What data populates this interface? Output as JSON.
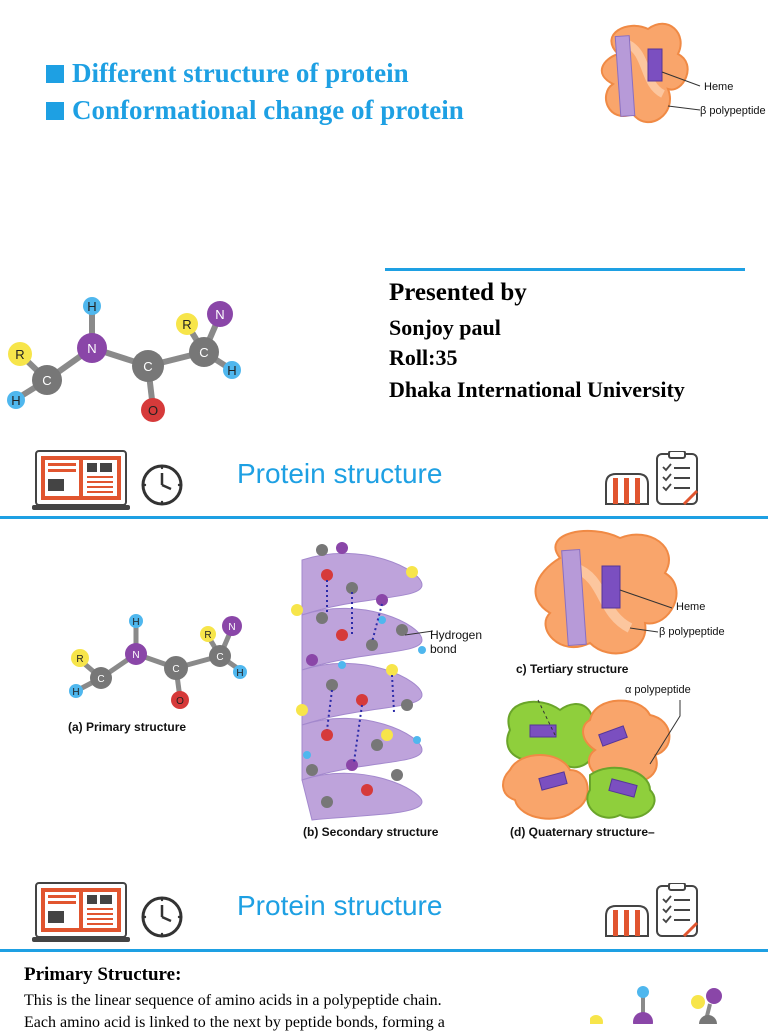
{
  "slide1": {
    "bullets": [
      "Different structure of protein",
      "Conformational change of protein"
    ],
    "thumb_labels": {
      "heme": "Heme",
      "beta": "β polypeptide"
    },
    "presenter": {
      "heading": "Presented by",
      "name": "Sonjoy paul",
      "roll": "Roll:35",
      "university": "Dhaka International University"
    },
    "molecule_atoms": {
      "h": "H",
      "n": "N",
      "r": "R",
      "c": "C",
      "o": "O"
    }
  },
  "banner1": {
    "title": "Protein structure"
  },
  "slide2": {
    "primary_caption": "(a) Primary structure",
    "secondary_caption": "(b) Secondary structure",
    "hydrogen_bond": "Hydrogen\nbond",
    "tertiary_caption": "c) Tertiary structure",
    "heme": "Heme",
    "beta": "β polypeptide",
    "alpha": "α polypeptide",
    "quaternary_caption": "(d) Quaternary structure–"
  },
  "banner2": {
    "title": "Protein structure"
  },
  "slide3": {
    "heading": "Primary Structure:",
    "line1": "This is the linear sequence of amino acids in a polypeptide chain.",
    "line2": "Each amino acid is linked to the next by peptide bonds, forming a"
  },
  "colors": {
    "accent": "#1ea0e3",
    "protein": "#f9a56b",
    "helix": "#b79ad8",
    "quaternary": "#8fcf3c"
  }
}
